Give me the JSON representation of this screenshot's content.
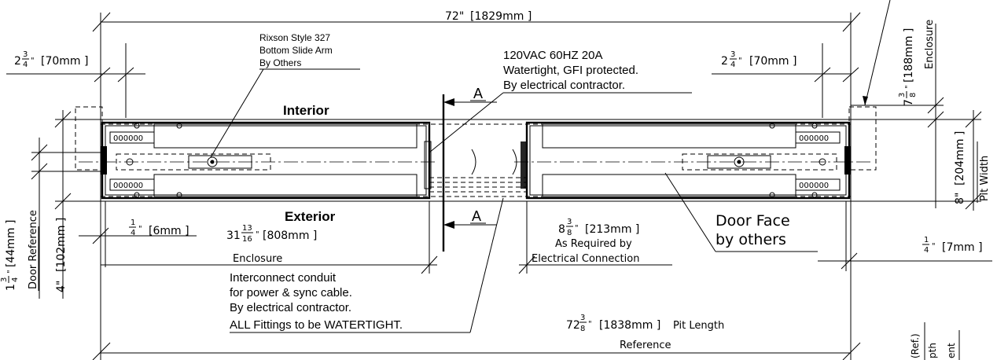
{
  "dimensions": {
    "overall_width": {
      "imperial": "72\"",
      "metric": "[1829mm ]"
    },
    "left_offset": {
      "imperial_whole": "2",
      "num": "3",
      "den": "4",
      "inch": "\"",
      "metric": "[70mm ]"
    },
    "right_offset": {
      "imperial_whole": "2",
      "num": "3",
      "den": "4",
      "inch": "\"",
      "metric": "[70mm ]"
    },
    "enclosure_height": {
      "imperial_whole": "7",
      "num": "3",
      "den": "8",
      "inch": "\"",
      "metric": "[188mm ]",
      "label": "Enclosure"
    },
    "pit_width": {
      "imperial": "8\"",
      "metric": "[204mm ]",
      "label": "Pit Width"
    },
    "door_reference": {
      "imperial_whole": "1",
      "num": "3",
      "den": "4",
      "inch": "\"",
      "metric": "[44mm ]",
      "label": "Door Reference"
    },
    "side_4in": {
      "imperial": "4\"",
      "metric": "[102mm ]"
    },
    "quarter_left": {
      "num": "1",
      "den": "4",
      "inch": "\"",
      "metric": "[6mm ]"
    },
    "enclosure_width": {
      "imperial_whole": "31",
      "num": "13",
      "den": "16",
      "inch": "\"",
      "metric": "[808mm ]",
      "label": "Enclosure"
    },
    "electrical": {
      "imperial_whole": "8",
      "num": "3",
      "den": "8",
      "inch": "\"",
      "metric": "[213mm ]",
      "line1": "As Required by",
      "line2": "Electrical Connection"
    },
    "quarter_right": {
      "num": "1",
      "den": "4",
      "inch": "\"",
      "metric": "[7mm ]"
    },
    "pit_length": {
      "imperial_whole": "72",
      "num": "3",
      "den": "8",
      "inch": "\"",
      "metric": "[1838mm ]",
      "label": "Pit Length",
      "sublabel": "Reference"
    }
  },
  "notes": {
    "rixson": [
      "Rixson Style 327",
      "Bottom Slide Arm",
      "By Others"
    ],
    "power": [
      "120VAC 60HZ 20A",
      "Watertight, GFI protected.",
      "By electrical contractor."
    ],
    "conduit": [
      "Interconnect conduit",
      "for power & sync cable.",
      "By electrical contractor.",
      "ALL Fittings to be WATERTIGHT."
    ],
    "door_face": [
      "Door Face",
      "by others"
    ],
    "interior": "Interior",
    "exterior": "Exterior",
    "section_mark": "A",
    "corner_fragments": [
      "(Ref.)",
      "pth",
      "ent"
    ]
  },
  "terminal_labels": {
    "top_left": "000000",
    "bottom_left": "000000",
    "top_right": "000000",
    "bottom_right": "000000"
  }
}
